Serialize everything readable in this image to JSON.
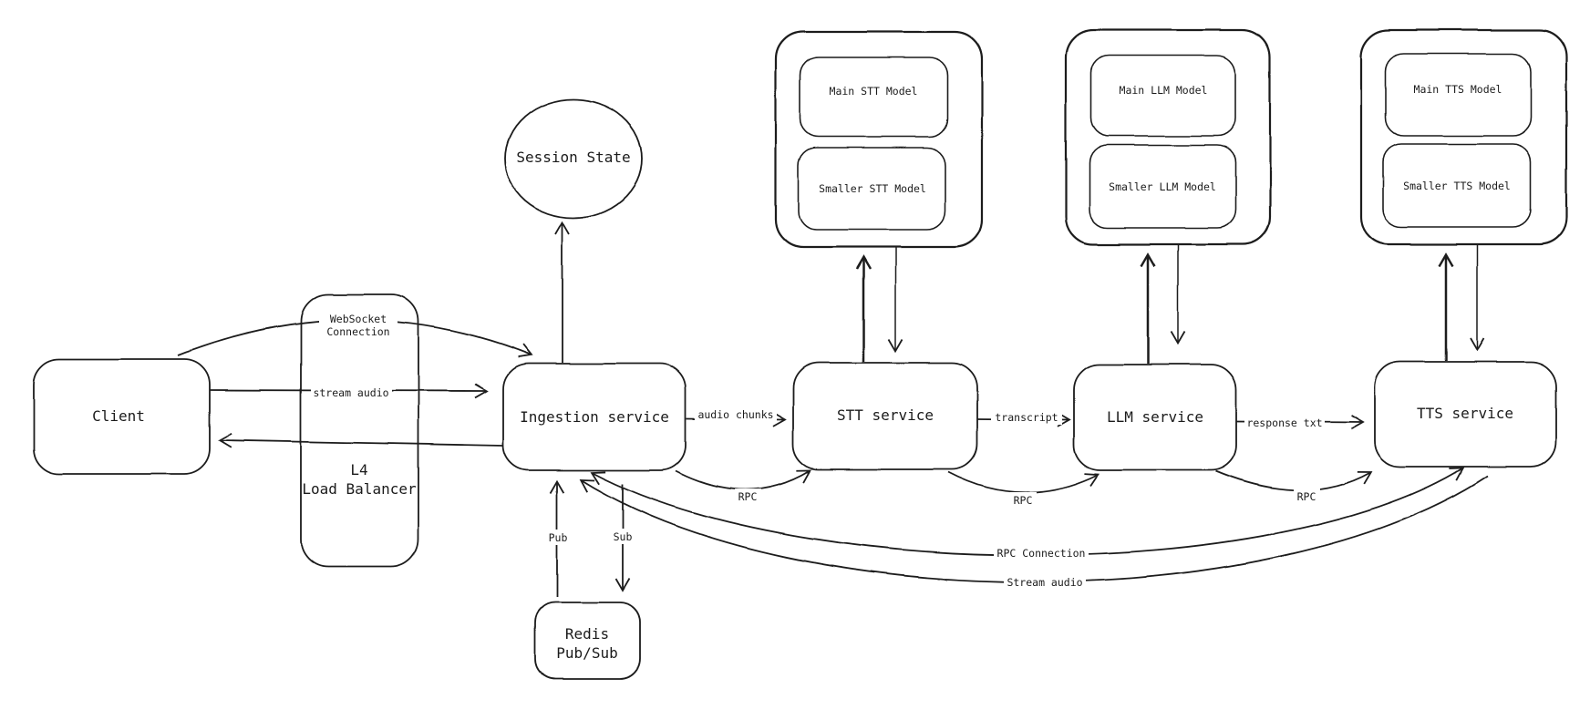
{
  "nodes": {
    "client": "Client",
    "load_balancer": {
      "line1": "L4",
      "line2": "Load Balancer"
    },
    "session_state": "Session State",
    "ingestion": "Ingestion service",
    "stt": "STT service",
    "llm": "LLM service",
    "tts": "TTS service",
    "redis": {
      "line1": "Redis",
      "line2": "Pub/Sub"
    },
    "stt_models": {
      "main": "Main STT Model",
      "smaller": "Smaller STT Model"
    },
    "llm_models": {
      "main": "Main LLM Model",
      "smaller": "Smaller LLM Model"
    },
    "tts_models": {
      "main": "Main TTS Model",
      "smaller": "Smaller TTS Model"
    }
  },
  "edges": {
    "websocket": {
      "line1": "WebSocket",
      "line2": "Connection"
    },
    "stream_audio": "stream audio",
    "audio_chunks": "audio chunks",
    "transcript": "transcript",
    "response_txt": "response txt",
    "rpc_ingestion_stt": "RPC",
    "rpc_stt_llm": "RPC",
    "rpc_llm_tts": "RPC",
    "rpc_connection": "RPC Connection",
    "stream_audio_return": "Stream audio",
    "pub": "Pub",
    "sub": "Sub"
  },
  "colors": {
    "stroke": "#1b1b1b",
    "background": "#ffffff"
  }
}
